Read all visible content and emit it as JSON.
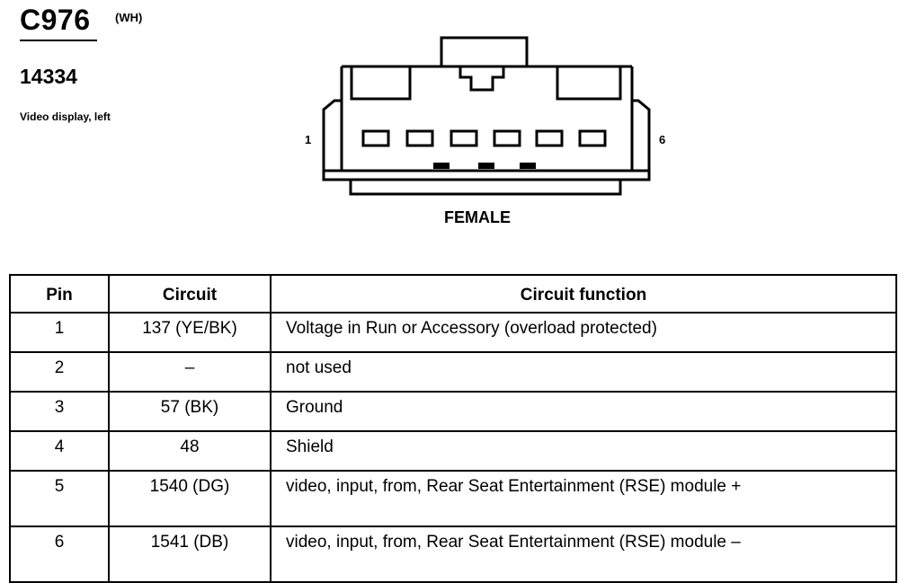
{
  "connector": {
    "id": "C976",
    "color": "(WH)",
    "part_number": "14334",
    "description": "Video display, left",
    "pin_start": "1",
    "pin_end": "6",
    "gender": "FEMALE"
  },
  "table": {
    "headers": {
      "pin": "Pin",
      "circuit": "Circuit",
      "function": "Circuit function"
    },
    "rows": [
      {
        "pin": "1",
        "circuit": "137 (YE/BK)",
        "function": "Voltage in Run or Accessory (overload protected)"
      },
      {
        "pin": "2",
        "circuit": "–",
        "function": "not used"
      },
      {
        "pin": "3",
        "circuit": "57 (BK)",
        "function": "Ground"
      },
      {
        "pin": "4",
        "circuit": "48",
        "function": "Shield"
      },
      {
        "pin": "5",
        "circuit": "1540 (DG)",
        "function": "video, input, from, Rear Seat Entertainment (RSE) module +"
      },
      {
        "pin": "6",
        "circuit": "1541 (DB)",
        "function": "video, input, from, Rear Seat Entertainment (RSE) module –"
      }
    ]
  }
}
